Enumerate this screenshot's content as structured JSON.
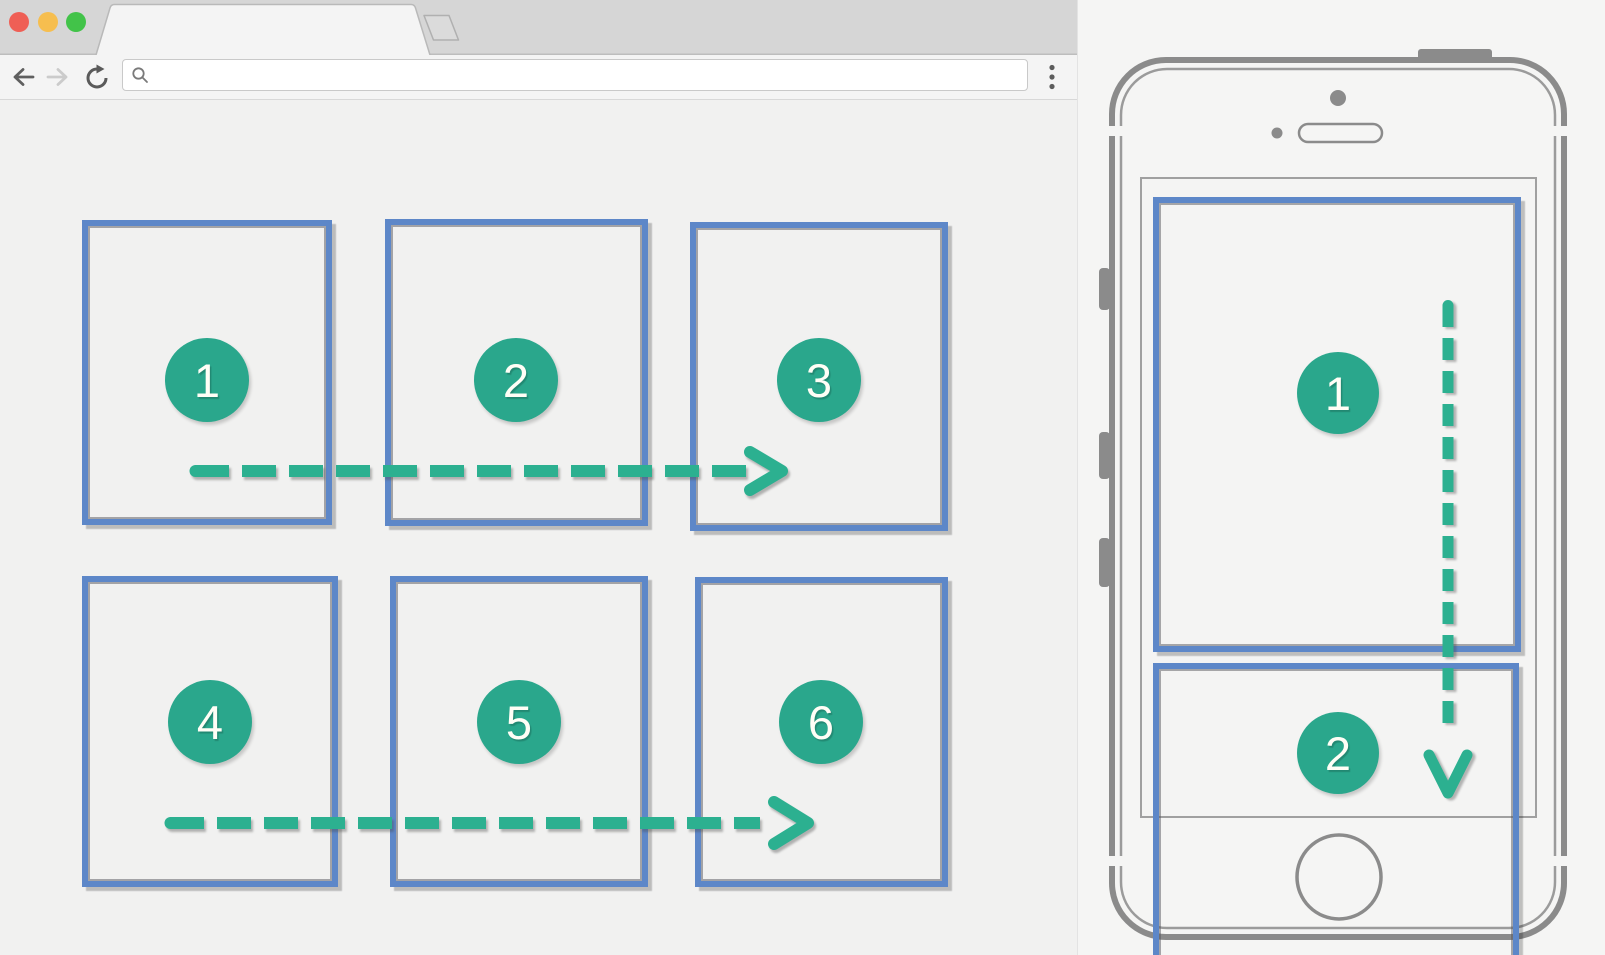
{
  "browser": {
    "traffic_lights": [
      {
        "name": "close",
        "color": "#ef5f55"
      },
      {
        "name": "minimize",
        "color": "#f6be4f"
      },
      {
        "name": "maximize",
        "color": "#42c349"
      }
    ],
    "tab": {
      "title": ""
    },
    "toolbar": {
      "back_icon": "left-arrow",
      "forward_icon": "right-arrow",
      "reload_icon": "circular-reload-arrow",
      "search_icon": "magnifier",
      "menu_icon": "vertical-ellipsis",
      "address_value": "",
      "address_placeholder": ""
    }
  },
  "desktop_view": {
    "boxes": [
      {
        "label": "1"
      },
      {
        "label": "2"
      },
      {
        "label": "3"
      },
      {
        "label": "4"
      },
      {
        "label": "5"
      },
      {
        "label": "6"
      }
    ],
    "arrows": [
      {
        "row": 1,
        "direction": "right"
      },
      {
        "row": 2,
        "direction": "right"
      }
    ]
  },
  "mobile_view": {
    "boxes": [
      {
        "label": "1"
      },
      {
        "label": "2"
      }
    ],
    "arrows": [
      {
        "direction": "down"
      }
    ]
  },
  "colors": {
    "accent_teal": "#2cb090",
    "badge_teal": "#2aa78c",
    "box_border_blue": "#5d87c8",
    "phone_frame_gray": "#8b8b8b",
    "browser_chrome_gray": "#d6d6d6"
  }
}
